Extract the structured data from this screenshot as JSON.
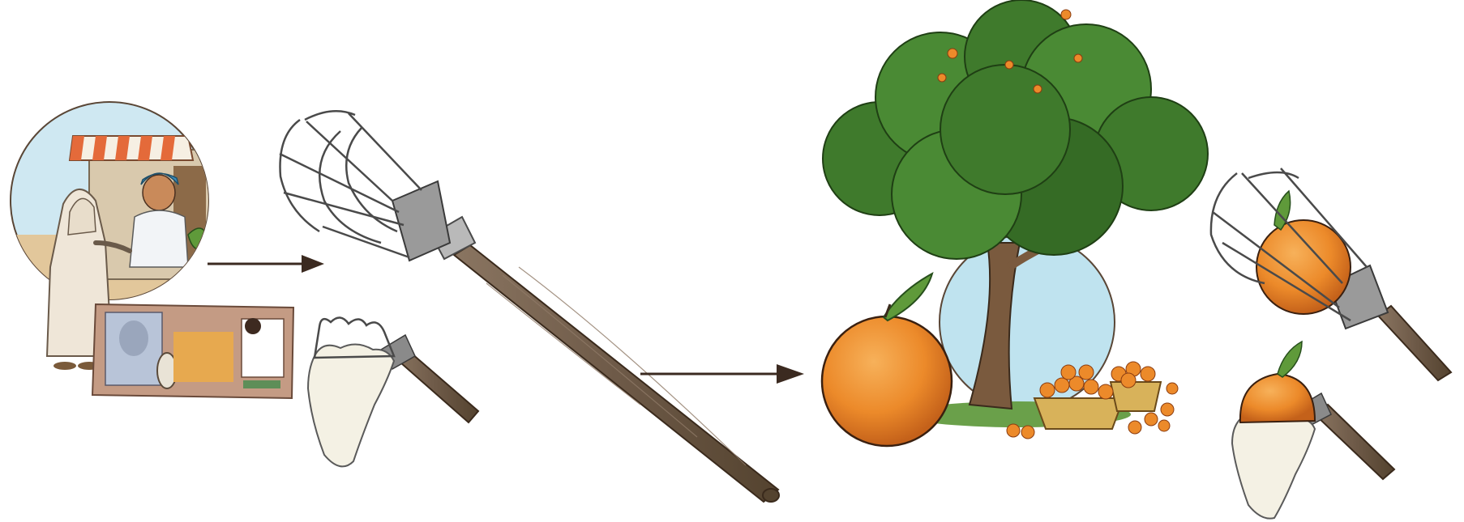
{
  "scene": {
    "panels": [
      {
        "id": "market",
        "icon": "market-stall-icon"
      },
      {
        "id": "tools",
        "icon": "fruit-picker-icon"
      },
      {
        "id": "harvest",
        "icon": "orange-tree-icon"
      },
      {
        "id": "picked",
        "icon": "picked-orange-icon"
      }
    ],
    "arrows": 2
  },
  "colors": {
    "background": "#ffffff",
    "orange": "#ec8a2a",
    "orange_dark": "#c4611a",
    "leaf": "#3f7a2c",
    "leaf_dark": "#274f1c",
    "sky": "#bfe3ef",
    "wood": "#6e5a48",
    "metal": "#8a8a8a",
    "net": "#f4f1e4",
    "awning": "#e46a3a",
    "banknote": "#b98a73",
    "arrow": "#3b2a20"
  }
}
